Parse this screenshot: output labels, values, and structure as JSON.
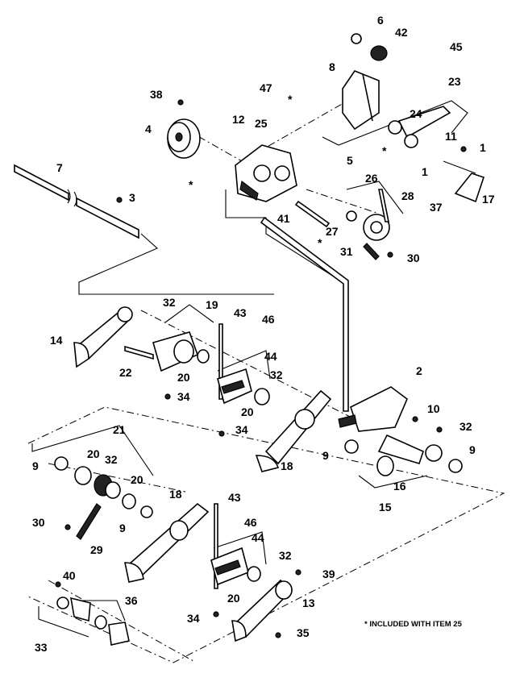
{
  "labels": {
    "l1a": "1",
    "l1b": "1",
    "l2": "2",
    "l3": "3",
    "l4": "4",
    "l5": "5",
    "l6": "6",
    "l7": "7",
    "l8": "8",
    "l9a": "9",
    "l9b": "9",
    "l9c": "9",
    "l9d": "9",
    "l10": "10",
    "l11": "11",
    "l12": "12",
    "l13": "13",
    "l14": "14",
    "l15": "15",
    "l16": "16",
    "l17": "17",
    "l18a": "18",
    "l18b": "18",
    "l19": "19",
    "l20a": "20",
    "l20b": "20",
    "l20c": "20",
    "l20d": "20",
    "l20e": "20",
    "l21": "21",
    "l22": "22",
    "l23": "23",
    "l24": "24",
    "l25": "25",
    "l26": "26",
    "l27": "27",
    "l28": "28",
    "l29": "29",
    "l30a": "30",
    "l30b": "30",
    "l31": "31",
    "l32a": "32",
    "l32b": "32",
    "l32c": "32",
    "l32d": "32",
    "l32e": "32",
    "l33": "33",
    "l34a": "34",
    "l34b": "34",
    "l34c": "34",
    "l35": "35",
    "l36": "36",
    "l37": "37",
    "l38": "38",
    "l39": "39",
    "l40": "40",
    "l41": "41",
    "l42": "42",
    "l43a": "43",
    "l43b": "43",
    "l44a": "44",
    "l44b": "44",
    "l45": "45",
    "l46a": "46",
    "l46b": "46",
    "l47": "47",
    "starA": "*",
    "starB": "*",
    "starC": "*",
    "starD": "*"
  },
  "footnote": "* INCLUDED WITH ITEM 25"
}
